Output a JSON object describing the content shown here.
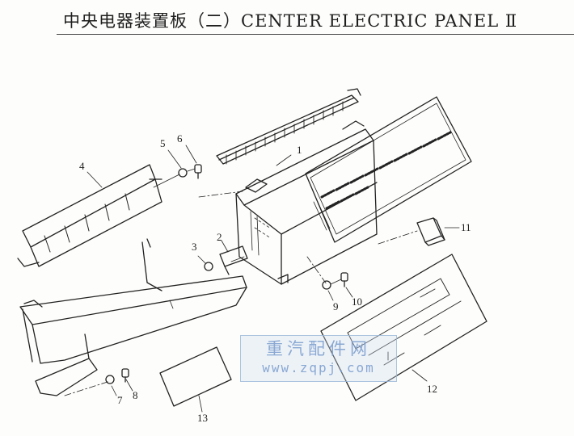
{
  "header": {
    "title": "中央电器装置板（二）CENTER ELECTRIC PANEL Ⅱ"
  },
  "callouts": [
    "1",
    "2",
    "3",
    "4",
    "5",
    "6",
    "7",
    "8",
    "9",
    "10",
    "11",
    "12",
    "13"
  ],
  "watermark": {
    "name": "重汽配件网",
    "url": "www.zqpj.com"
  },
  "colors": {
    "ink": "#222222",
    "paper": "#fdfdfb",
    "watermark": "#7a9bcd"
  }
}
